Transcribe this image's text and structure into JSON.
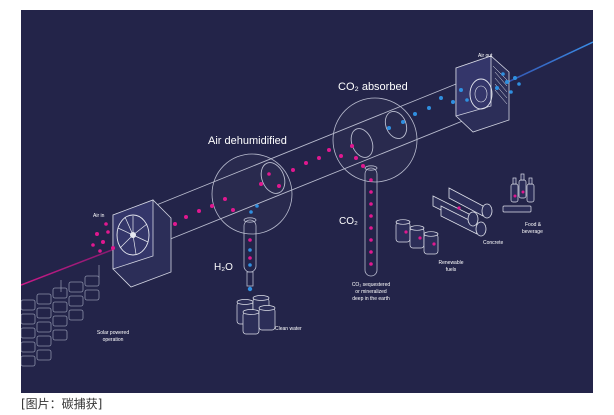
{
  "caption": "[图片：碳捕获]",
  "colors": {
    "background": "#232449",
    "pipe_stroke": "#b9bccf",
    "magenta_particle": "#e0188f",
    "blue_particle": "#2f8fe0",
    "stream_line_in": "#e0188f",
    "stream_line_out": "#3a7fe0"
  },
  "diagram": {
    "labels": {
      "air_in": "Air in",
      "air_out": "Air out",
      "air_dehumidified": "Air dehumidified",
      "co2_absorbed": "CO₂ absorbed",
      "h2o": "H₂O",
      "co2": "CO₂",
      "clean_water": "Clean water",
      "co2_sequestered_line1": "CO₂ sequestered",
      "co2_sequestered_line2": "or mineralized",
      "co2_sequestered_line3": "deep in the earth",
      "renewable_fuels_line1": "Renewable",
      "renewable_fuels_line2": "fuels",
      "concrete": "Concrete",
      "food_beverage_line1": "Food &",
      "food_beverage_line2": "beverage",
      "solar_line1": "Solar powered",
      "solar_line2": "operation"
    },
    "icons": [
      "inlet-fan-icon",
      "outlet-fan-icon",
      "magnifier-icon",
      "water-pipe-icon",
      "co2-pipe-icon",
      "water-barrels-icon",
      "fuel-barrels-icon",
      "concrete-pipes-icon",
      "bottles-icon",
      "solar-panel-icon"
    ]
  }
}
